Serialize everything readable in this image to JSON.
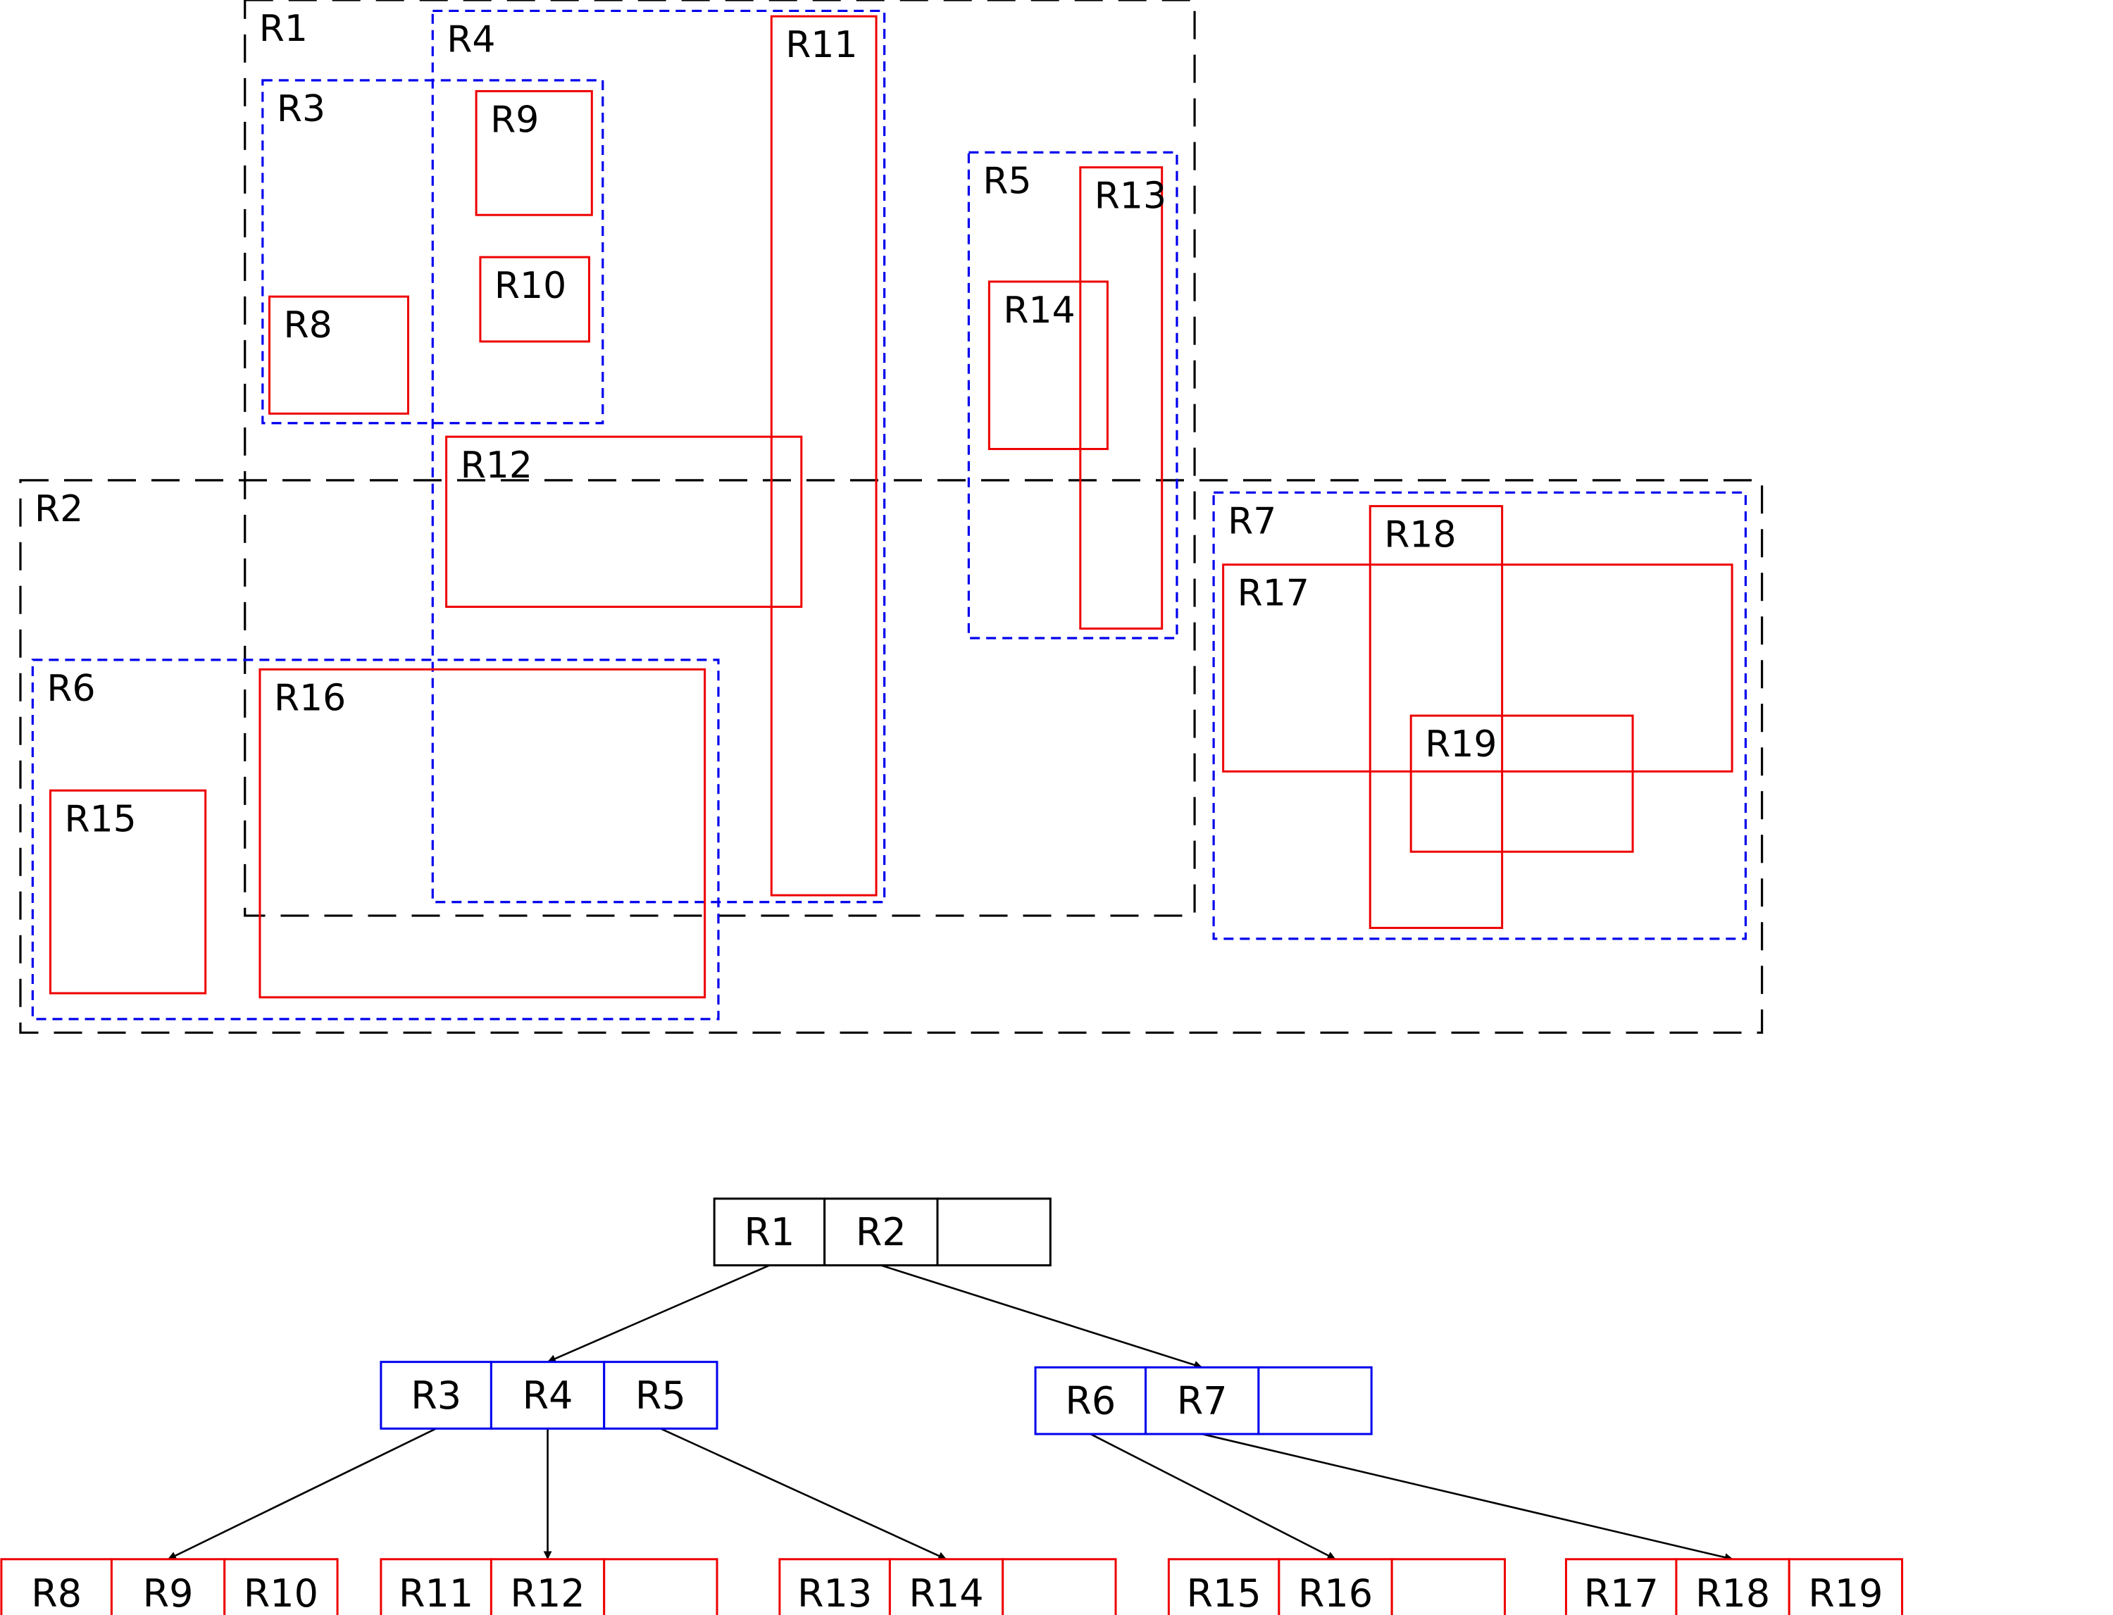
{
  "colors": {
    "level0": "#000000",
    "level1": "#0000ee",
    "leaf": "#ee0000",
    "edge": "#000000"
  },
  "regions": [
    {
      "id": "R1",
      "label": "R1",
      "level": 0
    },
    {
      "id": "R2",
      "label": "R2",
      "level": 0
    },
    {
      "id": "R3",
      "label": "R3",
      "level": 1
    },
    {
      "id": "R4",
      "label": "R4",
      "level": 1
    },
    {
      "id": "R5",
      "label": "R5",
      "level": 1
    },
    {
      "id": "R6",
      "label": "R6",
      "level": 1
    },
    {
      "id": "R7",
      "label": "R7",
      "level": 1
    },
    {
      "id": "R8",
      "label": "R8",
      "level": 2
    },
    {
      "id": "R9",
      "label": "R9",
      "level": 2
    },
    {
      "id": "R10",
      "label": "R10",
      "level": 2
    },
    {
      "id": "R11",
      "label": "R11",
      "level": 2
    },
    {
      "id": "R12",
      "label": "R12",
      "level": 2
    },
    {
      "id": "R13",
      "label": "R13",
      "level": 2
    },
    {
      "id": "R14",
      "label": "R14",
      "level": 2
    },
    {
      "id": "R15",
      "label": "R15",
      "level": 2
    },
    {
      "id": "R16",
      "label": "R16",
      "level": 2
    },
    {
      "id": "R17",
      "label": "R17",
      "level": 2
    },
    {
      "id": "R18",
      "label": "R18",
      "level": 2
    },
    {
      "id": "R19",
      "label": "R19",
      "level": 2
    }
  ],
  "tree": {
    "nodes": [
      {
        "id": "root",
        "level": 0,
        "entries": [
          "R1",
          "R2",
          ""
        ]
      },
      {
        "id": "n_r1",
        "level": 1,
        "entries": [
          "R3",
          "R4",
          "R5"
        ]
      },
      {
        "id": "n_r2",
        "level": 1,
        "entries": [
          "R6",
          "R7",
          ""
        ]
      },
      {
        "id": "leaf_r3",
        "level": 2,
        "entries": [
          "R8",
          "R9",
          "R10"
        ]
      },
      {
        "id": "leaf_r4",
        "level": 2,
        "entries": [
          "R11",
          "R12",
          ""
        ]
      },
      {
        "id": "leaf_r5",
        "level": 2,
        "entries": [
          "R13",
          "R14",
          ""
        ]
      },
      {
        "id": "leaf_r6",
        "level": 2,
        "entries": [
          "R15",
          "R16",
          ""
        ]
      },
      {
        "id": "leaf_r7",
        "level": 2,
        "entries": [
          "R17",
          "R18",
          "R19"
        ]
      }
    ],
    "edges": [
      {
        "from": "root",
        "entry": 0,
        "to": "n_r1"
      },
      {
        "from": "root",
        "entry": 1,
        "to": "n_r2"
      },
      {
        "from": "n_r1",
        "entry": 0,
        "to": "leaf_r3"
      },
      {
        "from": "n_r1",
        "entry": 1,
        "to": "leaf_r4"
      },
      {
        "from": "n_r1",
        "entry": 2,
        "to": "leaf_r5"
      },
      {
        "from": "n_r2",
        "entry": 0,
        "to": "leaf_r6"
      },
      {
        "from": "n_r2",
        "entry": 1,
        "to": "leaf_r7"
      }
    ]
  }
}
